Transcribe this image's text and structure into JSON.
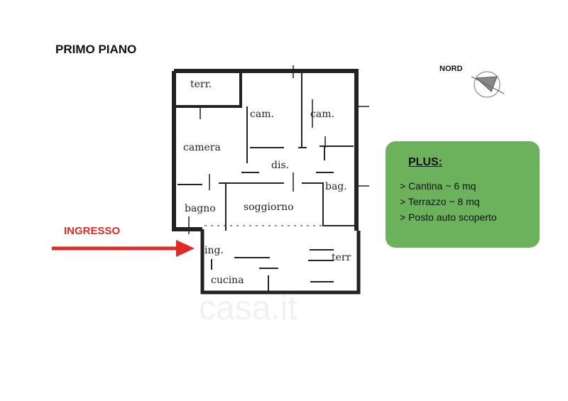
{
  "title": "PRIMO PIANO",
  "compass": {
    "label": "NORD",
    "icon": "north-arrow-icon"
  },
  "entrance": {
    "label": "INGRESSO",
    "color": "#e02a24"
  },
  "plus_box": {
    "title": "PLUS:",
    "items": [
      "> Cantina ~ 6 mq",
      "> Terrazzo ~ 8 mq",
      "> Posto auto scoperto"
    ],
    "color": "#6cb25c"
  },
  "rooms": [
    "terr.",
    "cam.",
    "cam.",
    "camera",
    "dis.",
    "bag.",
    "bagno",
    "soggiorno",
    "ing.",
    "terr",
    "cucina"
  ],
  "watermark": "casa.it"
}
